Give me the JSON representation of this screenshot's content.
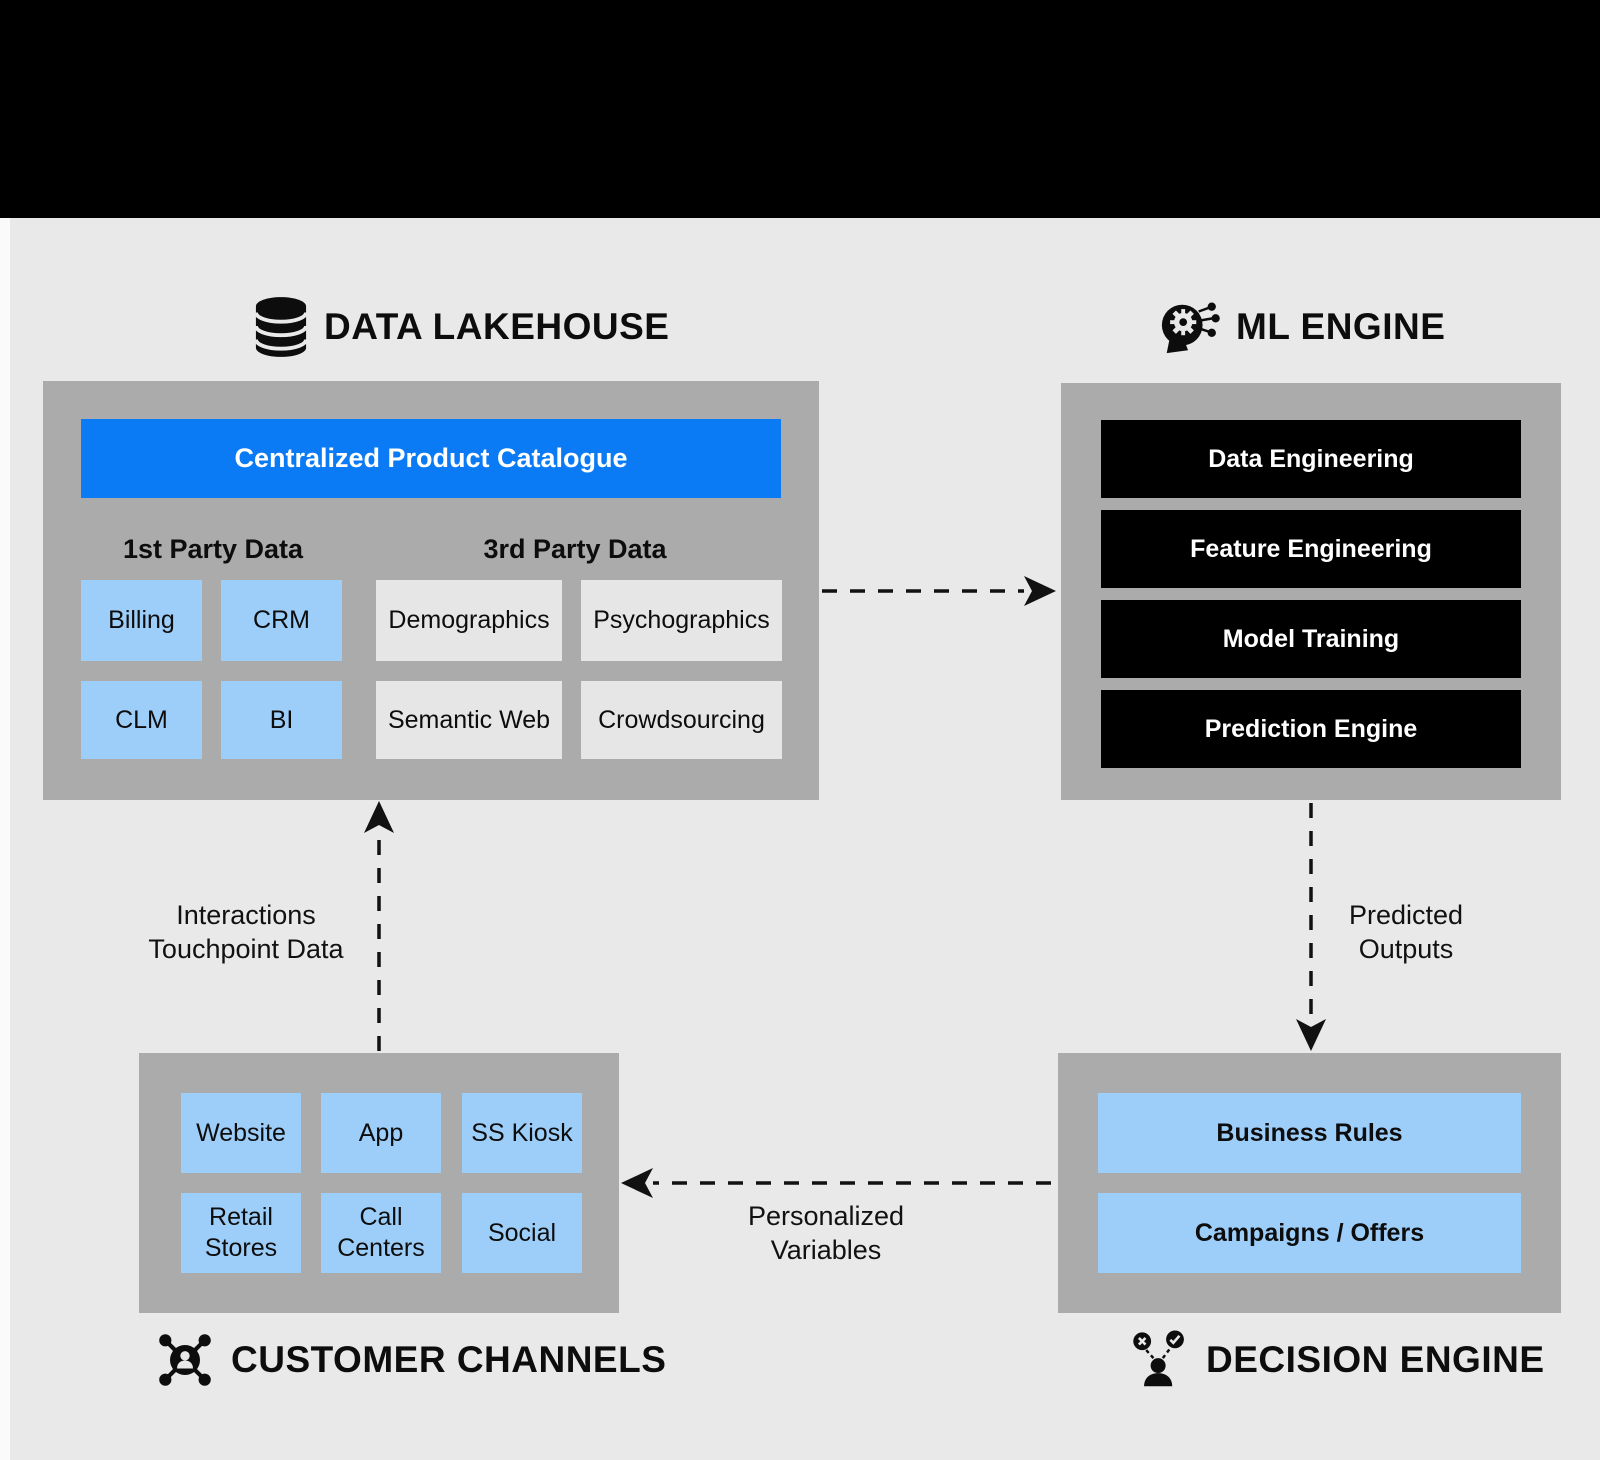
{
  "lakehouse": {
    "title": "DATA LAKEHOUSE",
    "catalogue": "Centralized Product Catalogue",
    "first_party": {
      "heading": "1st Party Data",
      "items": [
        "Billing",
        "CRM",
        "CLM",
        "BI"
      ]
    },
    "third_party": {
      "heading": "3rd Party Data",
      "items": [
        "Demographics",
        "Psychographics",
        "Semantic Web",
        "Crowdsourcing"
      ]
    }
  },
  "ml_engine": {
    "title": "ML ENGINE",
    "stages": [
      "Data Engineering",
      "Feature Engineering",
      "Model Training",
      "Prediction Engine"
    ]
  },
  "customer_channels": {
    "title": "CUSTOMER CHANNELS",
    "channels": [
      "Website",
      "App",
      "SS Kiosk",
      "Retail Stores",
      "Call Centers",
      "Social"
    ]
  },
  "decision_engine": {
    "title": "DECISION ENGINE",
    "items": [
      "Business Rules",
      "Campaigns / Offers"
    ]
  },
  "flow_labels": {
    "channels_to_lakehouse": {
      "line1": "Interactions",
      "line2": "Touchpoint Data"
    },
    "ml_to_decision": {
      "line1": "Predicted",
      "line2": "Outputs"
    },
    "decision_to_channels": {
      "line1": "Personalized",
      "line2": "Variables"
    }
  },
  "icons": {
    "lakehouse": "database-icon",
    "ml_engine": "ml-head-gear-icon",
    "customer_channels": "customer-network-icon",
    "decision_engine": "decision-person-icon"
  },
  "colors": {
    "header_band": "#000000",
    "background": "#e9e9e9",
    "panel_gray": "#ababab",
    "accent_blue": "#0a7af5",
    "light_blue": "#9dcdf9",
    "chip_light": "#e6e6e6",
    "stage_black": "#000000"
  }
}
